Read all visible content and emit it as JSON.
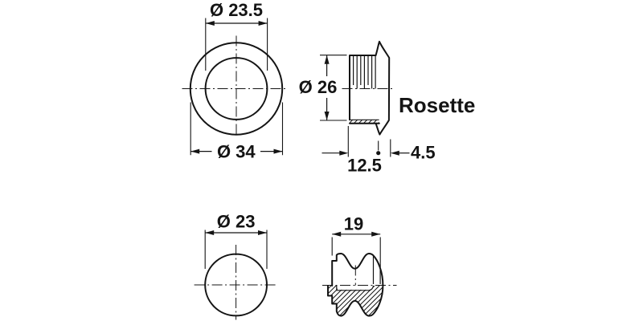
{
  "drawing": {
    "background": "#ffffff",
    "ink": "#141414",
    "rosette_front_view": {
      "inner_diameter_label": "Ø 23.5",
      "outer_diameter_label": "Ø 34"
    },
    "rosette_side_view": {
      "diameter_label": "Ø 26",
      "part_label": "Rosette",
      "depth_label": "12.5",
      "flange_thickness_label": "4.5"
    },
    "knob_front_view": {
      "diameter_label": "Ø 23"
    },
    "knob_side_view": {
      "width_label": "19"
    }
  }
}
